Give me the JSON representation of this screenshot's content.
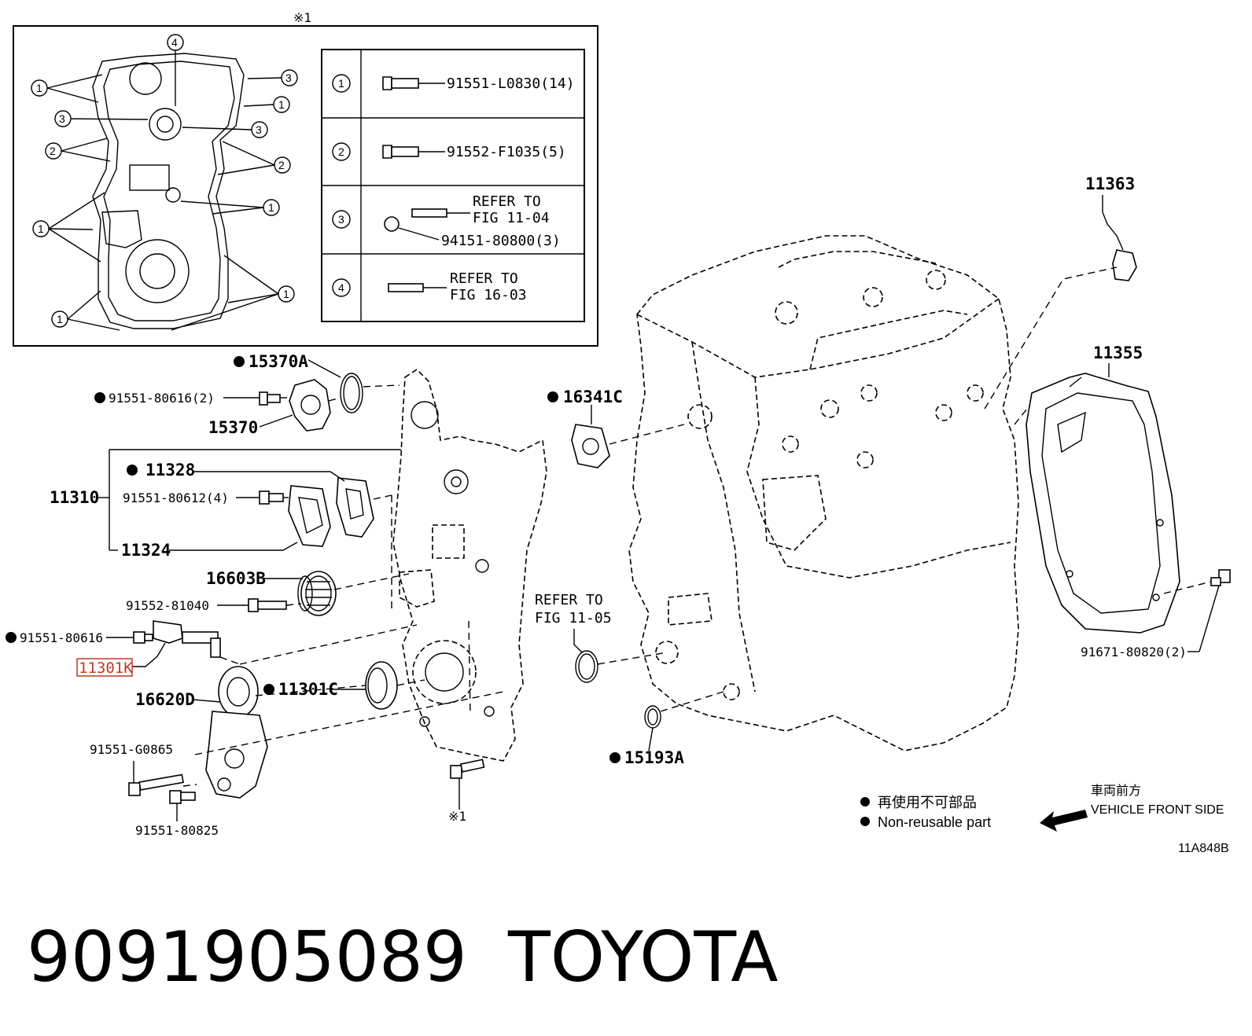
{
  "note_mark": "※1",
  "legend_table": [
    {
      "num": "1",
      "part": "91551-L0830(14)"
    },
    {
      "num": "2",
      "part": "91552-F1035(5)"
    },
    {
      "num": "3",
      "refer_line1": "REFER TO",
      "refer_line2": "FIG 11-04",
      "part": "94151-80800(3)"
    },
    {
      "num": "4",
      "refer_line1": "REFER TO",
      "refer_line2": "FIG 16-03"
    }
  ],
  "callout_nums": {
    "one": "1",
    "two": "2",
    "three": "3",
    "four": "4"
  },
  "labels": {
    "p15370A": "15370A",
    "p91551_80616_2": "91551-80616(2)",
    "p15370": "15370",
    "p11328": "11328",
    "p11310": "11310",
    "p91551_80612_4": "91551-80612(4)",
    "p11324": "11324",
    "p16603B": "16603B",
    "p91552_81040": "91552-81040",
    "p91551_80616": "91551-80616",
    "p11301K": "11301K",
    "p16620D": "16620D",
    "p11301C": "11301C",
    "p91551_G0865": "91551-G0865",
    "p91551_80825": "91551-80825",
    "p16341C": "16341C",
    "refer_a": "REFER TO",
    "refer_b": "FIG 11-05",
    "p15193A": "15193A",
    "p11363": "11363",
    "p11355": "11355",
    "p91671_80820_2": "91671-80820(2)"
  },
  "legend_note": {
    "jp": "再使用不可部品",
    "en": "Non-reusable part"
  },
  "direction": {
    "jp": "車両前方",
    "en": "VEHICLE FRONT SIDE"
  },
  "figure_code": "11A848B",
  "product": {
    "part_number": "9091905089",
    "brand": "TOYOTA"
  },
  "colors": {
    "highlight": "#c0392b",
    "line": "#000000"
  }
}
